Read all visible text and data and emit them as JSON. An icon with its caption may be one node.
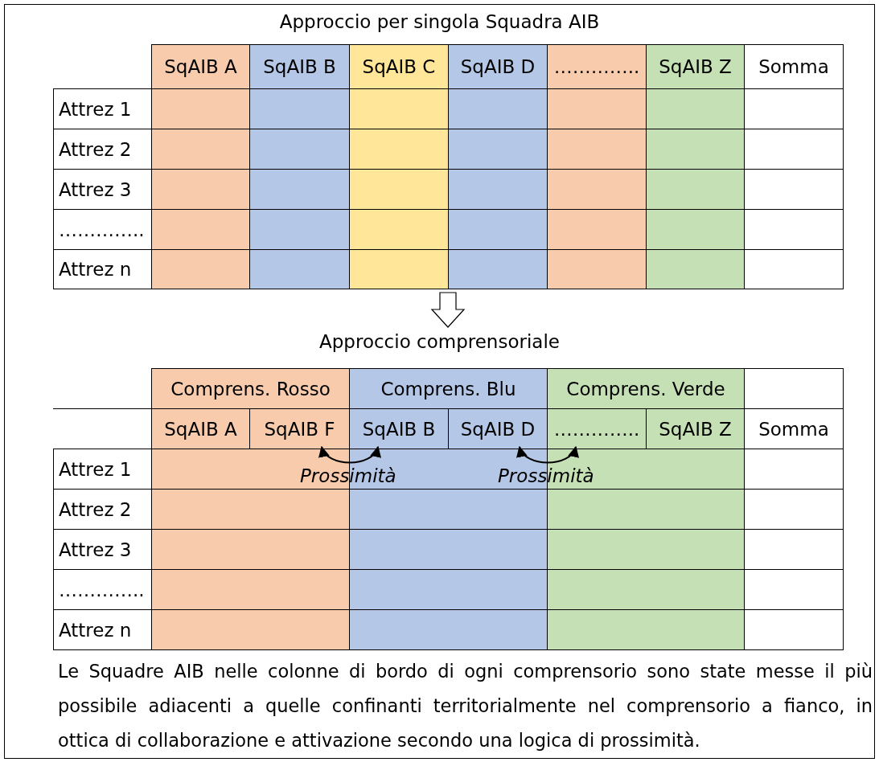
{
  "diagram": {
    "nodes": [
      {
        "text": [
          "SqAIB A"
        ]
      },
      {
        "text": [
          "SqAIB B"
        ]
      },
      {
        "text": [
          "SqAIB C"
        ]
      },
      {
        "text": [
          "SqAIB D"
        ]
      },
      {
        "text": [
          "………….."
        ]
      },
      {
        "text": [
          "SqAIB Z"
        ]
      },
      {
        "text": [
          "Somma"
        ]
      },
      {
        "text": [
          "Attrez 1"
        ]
      },
      {
        "text": [
          "Attrez 2"
        ]
      },
      {
        "text": [
          "Attrez 3"
        ]
      },
      {
        "text": [
          "………….."
        ]
      },
      {
        "text": [
          "Attrez n"
        ]
      },
      {
        "text": [
          "Comprens. Rosso"
        ]
      },
      {
        "text": [
          "Comprens. Blu"
        ]
      },
      {
        "text": [
          "Comprens. Verde"
        ]
      },
      {
        "text": [
          "SqAIB A"
        ]
      },
      {
        "text": [
          "SqAIB F"
        ]
      },
      {
        "text": [
          "SqAIB B"
        ]
      },
      {
        "text": [
          "SqAIB D"
        ]
      },
      {
        "text": [
          "………….."
        ]
      },
      {
        "text": [
          "SqAIB Z"
        ]
      },
      {
        "text": [
          "Somma"
        ]
      },
      {
        "text": [
          "Attrez 1"
        ]
      },
      {
        "text": [
          "Attrez 2"
        ]
      },
      {
        "text": [
          "Attrez 3"
        ]
      },
      {
        "text": [
          "………….."
        ]
      },
      {
        "text": [
          "Attrez n"
        ]
      }
    ],
    "edges": [
      {
        "from": 16,
        "to": 17,
        "arrow": "both",
        "label": "Prossimità"
      },
      {
        "from": 18,
        "to": 19,
        "arrow": "both",
        "label": "Prossimità"
      }
    ],
    "labels": [
      "Approccio per singola Squadra AIB",
      "Approccio comprensoriale",
      "Le Squadre AIB nelle colonne di bordo di ogni comprensorio sono state messe il più possibile adiacenti a quelle confinanti territorialmente nel comprensorio a fianco, in ottica di collaborazione e attivazione secondo una logica di prossimità."
    ]
  }
}
